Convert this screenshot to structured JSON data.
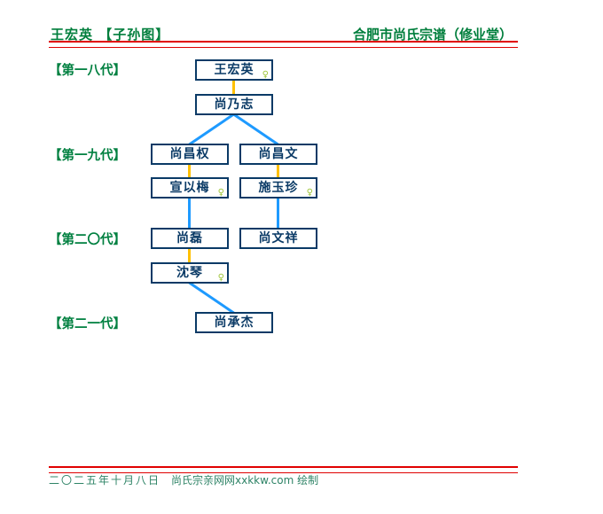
{
  "header": {
    "person_name": "王宏英",
    "chart_type_label": "【子孙图】",
    "book_title": "合肥市尚氏宗谱（修业堂）"
  },
  "generations": [
    {
      "label": "【第一八代】"
    },
    {
      "label": "【第一九代】"
    },
    {
      "label": "【第二〇代】"
    },
    {
      "label": "【第二一代】"
    }
  ],
  "persons": [
    {
      "name": "王宏英",
      "gender": "female",
      "generation": "第一八代"
    },
    {
      "name": "尚乃志",
      "gender": "male",
      "generation": "第一八代"
    },
    {
      "name": "尚昌权",
      "gender": "male",
      "generation": "第一九代"
    },
    {
      "name": "尚昌文",
      "gender": "male",
      "generation": "第一九代"
    },
    {
      "name": "宣以梅",
      "gender": "female",
      "generation": "第一九代"
    },
    {
      "name": "施玉珍",
      "gender": "female",
      "generation": "第一九代"
    },
    {
      "name": "尚磊",
      "gender": "male",
      "generation": "第二〇代"
    },
    {
      "name": "尚文祥",
      "gender": "male",
      "generation": "第二〇代"
    },
    {
      "name": "沈琴",
      "gender": "female",
      "generation": "第二〇代"
    },
    {
      "name": "尚承杰",
      "gender": "male",
      "generation": "第二一代"
    }
  ],
  "tree_edges": [
    {
      "from": "王宏英",
      "to": "尚乃志",
      "type": "couple"
    },
    {
      "from": "尚乃志",
      "to": "尚昌权",
      "type": "child"
    },
    {
      "from": "尚乃志",
      "to": "尚昌文",
      "type": "child"
    },
    {
      "from": "尚昌权",
      "to": "宣以梅",
      "type": "couple"
    },
    {
      "from": "尚昌文",
      "to": "施玉珍",
      "type": "couple"
    },
    {
      "from": "宣以梅",
      "to": "尚磊",
      "type": "child"
    },
    {
      "from": "施玉珍",
      "to": "尚文祥",
      "type": "child"
    },
    {
      "from": "尚磊",
      "to": "沈琴",
      "type": "couple"
    },
    {
      "from": "沈琴",
      "to": "尚承杰",
      "type": "child"
    }
  ],
  "symbols": {
    "female": "♀"
  },
  "footer": {
    "date": "二〇二五年十月八日",
    "credit": "尚氏宗亲网网xxkkw.com 绘制"
  },
  "colors": {
    "header_green": "#007E3C",
    "label_green": "#008040",
    "box_navy": "#0A3A66",
    "wire_yellow": "#FFC000",
    "wire_blue": "#1E9AFF",
    "rule_red": "#E00000",
    "female_symbol": "#9DC437",
    "footer_green": "#2F8467"
  }
}
